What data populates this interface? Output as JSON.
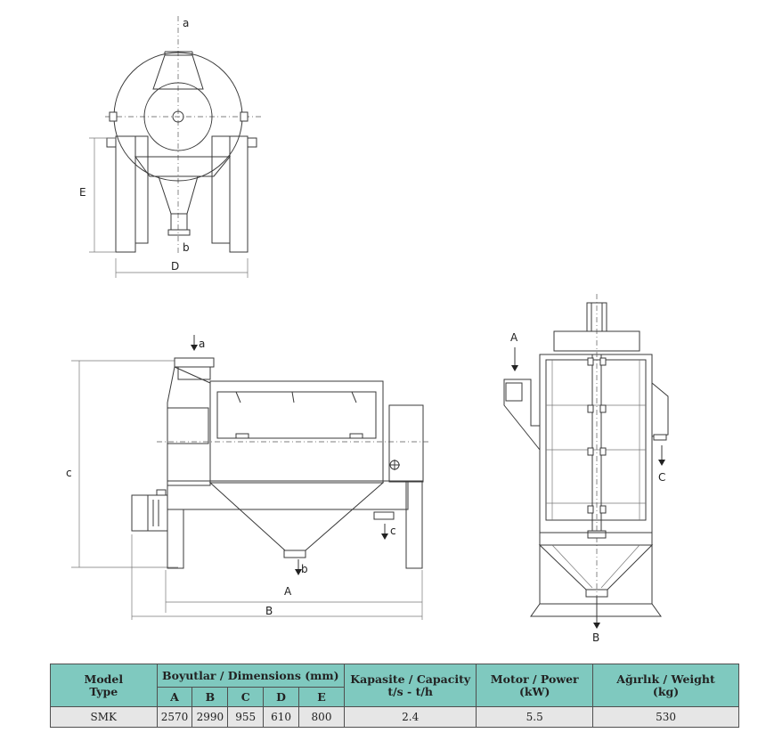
{
  "labels": {
    "top_view": {
      "a": "a",
      "b": "b",
      "E": "E",
      "D": "D"
    },
    "side_view": {
      "a": "a",
      "b": "b",
      "c": "c",
      "A": "A",
      "B": "B",
      "C": "c"
    },
    "end_view": {
      "A": "A",
      "B": "B",
      "C": "C"
    }
  },
  "table": {
    "header_model": "Model\nType",
    "header_dimensions": "Boyutlar / Dimensions (mm)",
    "header_capacity": "Kapasite / Capacity\nt/s - t/h",
    "header_motor": "Motor / Power\n(kW)",
    "header_weight": "Ağırlık / Weight\n(kg)",
    "dim_cols": [
      "A",
      "B",
      "C",
      "D",
      "E"
    ],
    "row": {
      "model": "SMK",
      "dims": [
        "2570",
        "2990",
        "955",
        "610",
        "800"
      ],
      "capacity": "2.4",
      "power": "5.5",
      "weight": "530"
    }
  },
  "colors": {
    "header_bg": "#7fc9bf",
    "row_bg": "#e6e6e6",
    "line": "#3a3a3a"
  }
}
